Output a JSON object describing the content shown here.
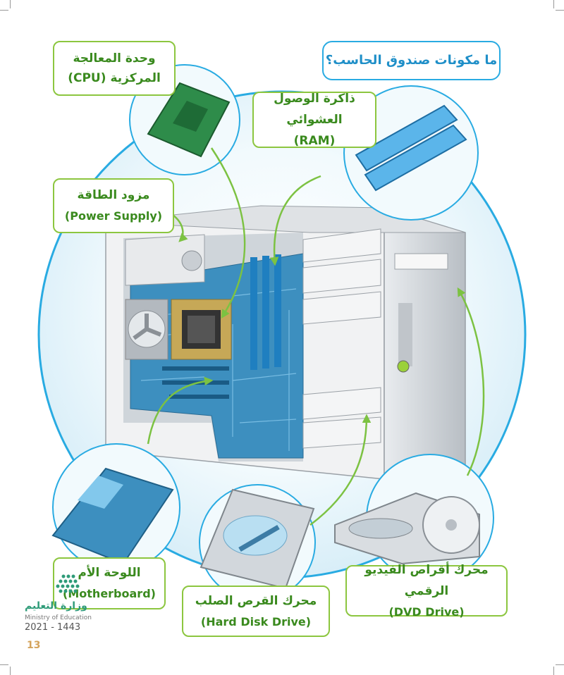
{
  "question": "ما مكونات صندوق الحاسب؟",
  "labels": {
    "cpu": {
      "ar": "وحدة المعالجة المركزية (CPU)"
    },
    "ram": {
      "ar": "ذاكرة الوصول العشوائي (RAM)"
    },
    "power": {
      "ar": "مزود الطاقة",
      "en": "(Power Supply)"
    },
    "motherboard": {
      "ar": "اللوحة الأم",
      "en": "(Motherboard)"
    },
    "hdd": {
      "ar": "محرك القرص الصلب",
      "en": "(Hard Disk Drive)"
    },
    "dvd": {
      "ar": "محرك أقراص الفيديو الرقمي",
      "en": "(DVD Drive)"
    }
  },
  "ministry": {
    "ar": "وزارة التعليم",
    "en": "Ministry of Education",
    "year": "2021 - 1443"
  },
  "page_number": "13",
  "colors": {
    "label_border": "#8cc63f",
    "label_text": "#3a8a1e",
    "circle": "#29abe2",
    "arrow": "#7cc242"
  }
}
